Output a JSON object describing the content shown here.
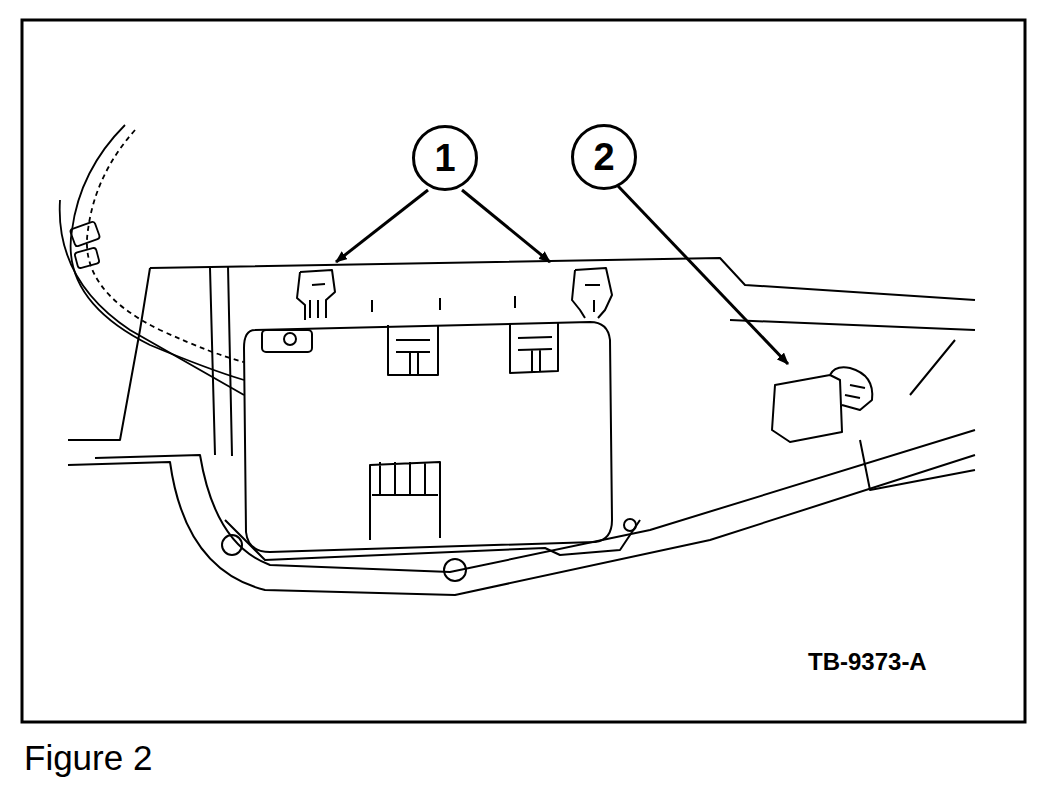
{
  "diagram": {
    "caption": "Figure 2",
    "nodes": [
      {
        "text": [
          "1"
        ]
      },
      {
        "text": [
          "2"
        ]
      }
    ],
    "labels": [
      "TB-9373-A"
    ]
  }
}
